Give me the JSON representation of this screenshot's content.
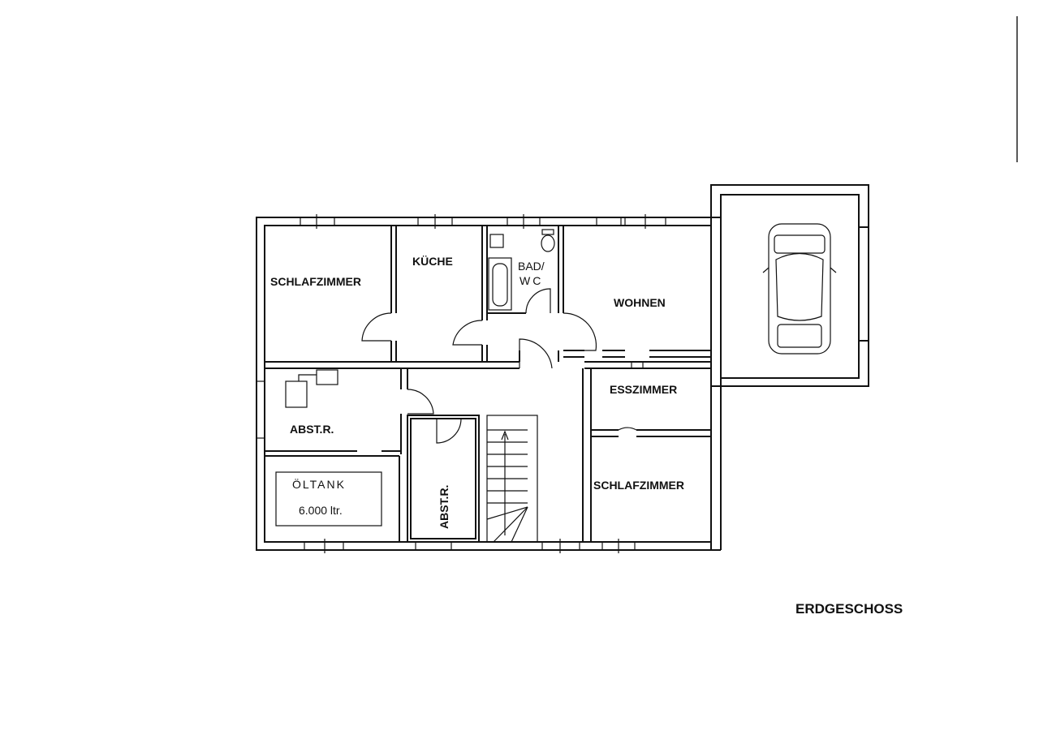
{
  "plan": {
    "title": "ERDGESCHOSS",
    "rooms": {
      "schlafzimmer_1": "SCHLAFZIMMER",
      "kueche": "KÜCHE",
      "bad_line1": "BAD/",
      "bad_line2": "WC",
      "wohnen": "WOHNEN",
      "esszimmer": "ESSZIMMER",
      "abstr_1": "ABST.R.",
      "abstr_2": "ABST.R.",
      "schlafzimmer_2": "SCHLAFZIMMER"
    },
    "oiltank": {
      "label": "ÖLTANK",
      "capacity": "6.000 ltr."
    }
  }
}
